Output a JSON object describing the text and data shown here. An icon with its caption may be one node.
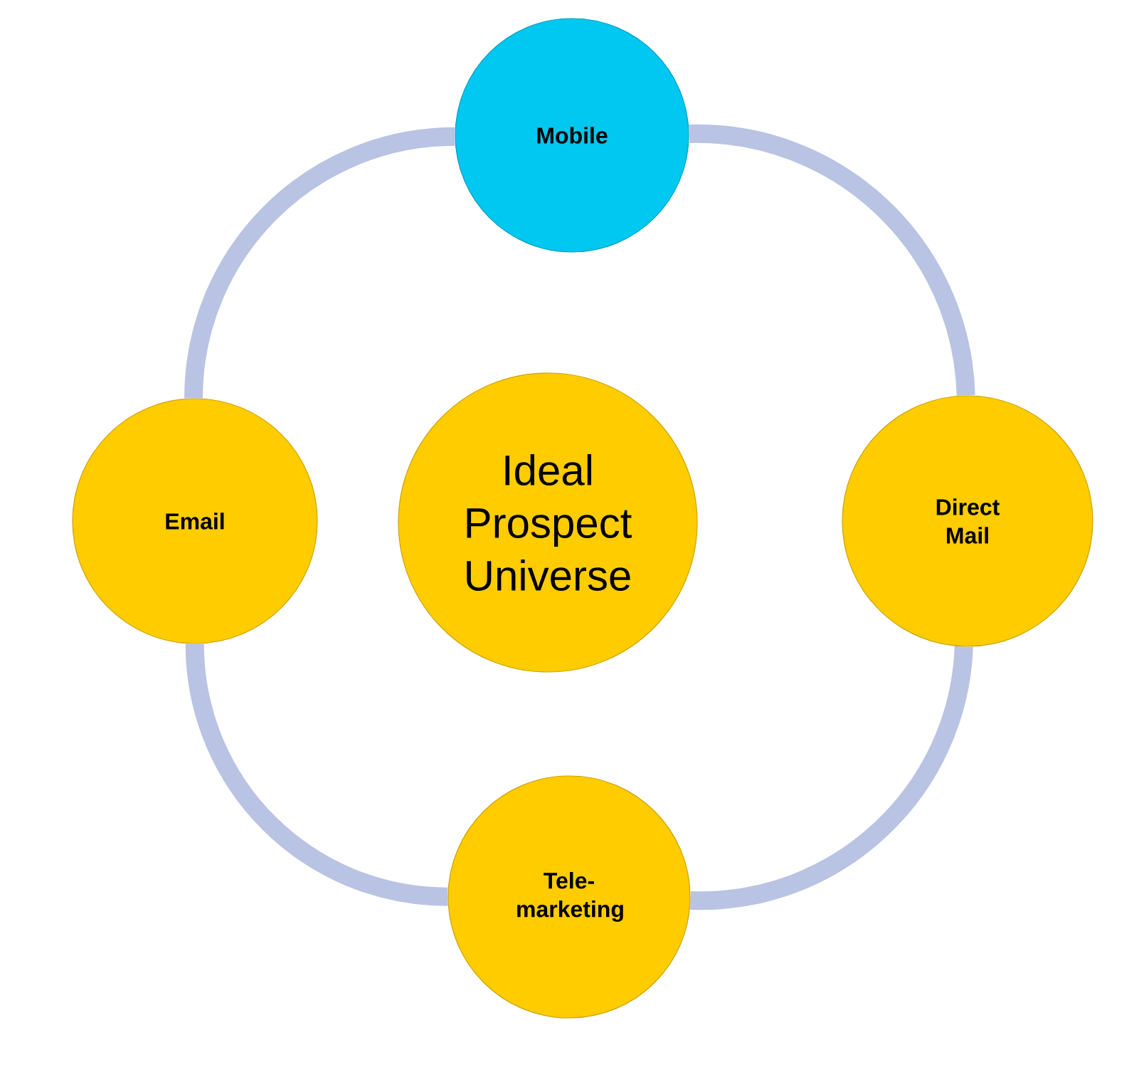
{
  "diagram": {
    "nodes": [
      {
        "text": [
          "Ideal Prospect Universe"
        ]
      },
      {
        "text": [
          "Mobile"
        ]
      },
      {
        "text": [
          "Email"
        ]
      },
      {
        "text": [
          "Direct Mail"
        ]
      },
      {
        "text": [
          "Tele- marketing"
        ]
      }
    ],
    "edges": [
      {
        "from": 1,
        "to": 3,
        "arrow": "none"
      },
      {
        "from": 3,
        "to": 4,
        "arrow": "none"
      },
      {
        "from": 4,
        "to": 2,
        "arrow": "none"
      },
      {
        "from": 2,
        "to": 1,
        "arrow": "none"
      }
    ]
  }
}
